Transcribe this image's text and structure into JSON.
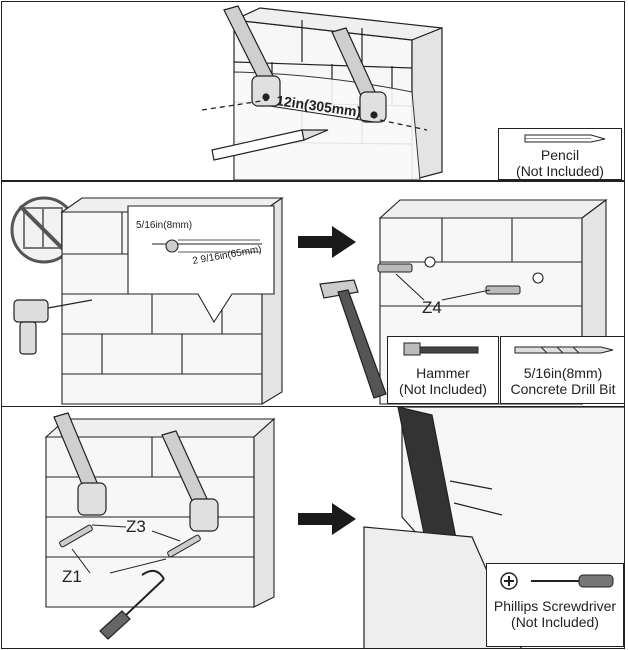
{
  "panel1": {
    "dimension": "12in(305mm)",
    "tool": {
      "name": "Pencil",
      "note": "(Not Included)",
      "icon": "pencil-icon"
    }
  },
  "panel2": {
    "drill_diameter": "5/16in(8mm)",
    "drill_depth": "2 9/16in(65mm)",
    "anchor_label": "Z4",
    "tools": [
      {
        "name": "Hammer",
        "note": "(Not Included)",
        "icon": "hammer-icon"
      },
      {
        "name": "5/16in(8mm)",
        "note": "Concrete Drill Bit",
        "icon": "drill-bit-icon"
      }
    ]
  },
  "panel3": {
    "washer_label": "Z3",
    "screw_label": "Z1",
    "tool": {
      "name": "Phillips Screwdriver",
      "note": "(Not Included)",
      "icon": "screwdriver-icon"
    }
  },
  "colors": {
    "ink": "#222222",
    "brick": "#e9e9e9",
    "wall_face": "#f6f6f6",
    "arrow": "#1a1a1a"
  }
}
